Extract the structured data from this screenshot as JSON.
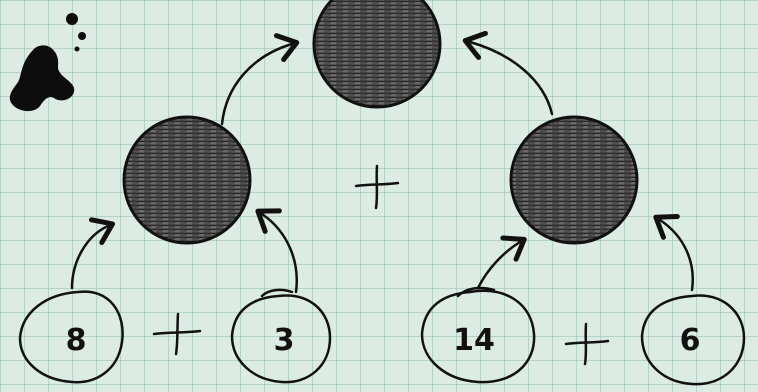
{
  "puzzle": {
    "operator": "+",
    "inputs": [
      {
        "value": "8"
      },
      {
        "value": "3"
      },
      {
        "value": "14"
      },
      {
        "value": "6"
      }
    ],
    "hidden_results": [
      "",
      "",
      ""
    ]
  },
  "colors": {
    "paper": "#dcebe4",
    "ink": "#111111",
    "shaded_circle": "#5a5a5a"
  },
  "icons": [
    "ink-blot-icon",
    "arrow-icon"
  ]
}
